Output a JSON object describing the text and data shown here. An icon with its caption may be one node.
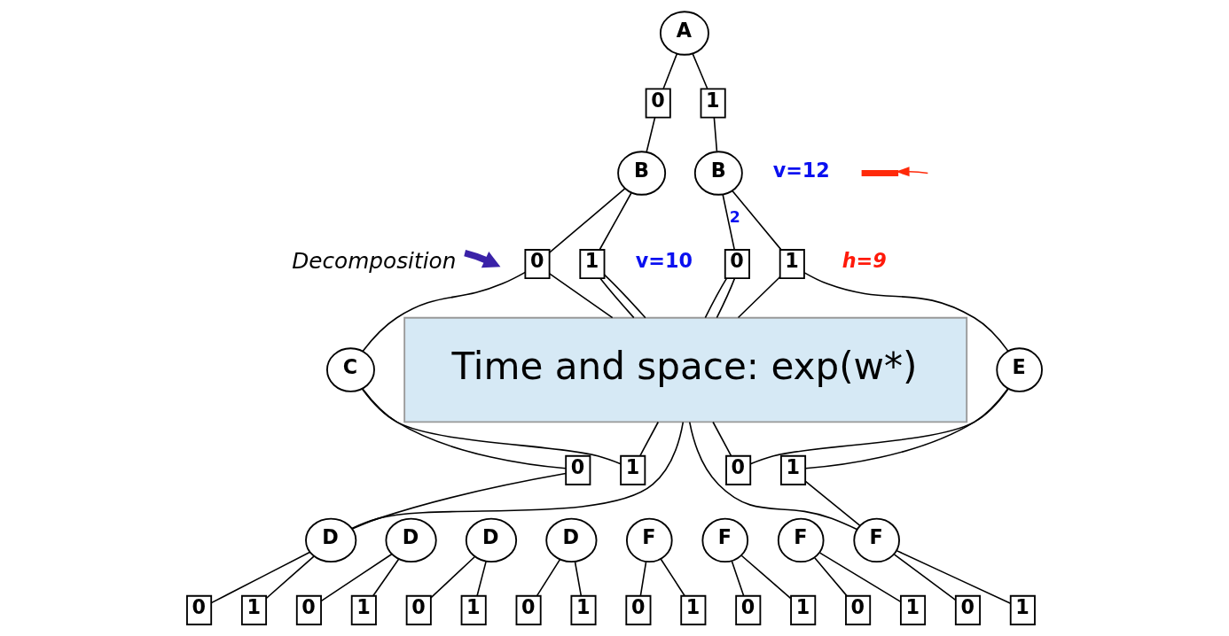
{
  "diagram": {
    "nodes": [
      {
        "text": [
          "A"
        ]
      },
      {
        "text": [
          "0"
        ]
      },
      {
        "text": [
          "1"
        ]
      },
      {
        "text": [
          "B"
        ]
      },
      {
        "text": [
          "B"
        ],
        "beside": [
          "v=12"
        ]
      },
      {
        "text": [
          "0"
        ]
      },
      {
        "text": [
          "1"
        ]
      },
      {
        "text": [
          "0"
        ],
        "beside": [
          "v=10"
        ]
      },
      {
        "text": [
          "1"
        ],
        "beside": [
          "h=9"
        ]
      },
      {
        "text": [
          "Decomposition"
        ]
      },
      {
        "text": [
          "C"
        ]
      },
      {
        "text": [
          "Time and space: exp(w*)"
        ]
      },
      {
        "text": [
          "E"
        ]
      },
      {
        "text": [
          "0"
        ]
      },
      {
        "text": [
          "1"
        ]
      },
      {
        "text": [
          "0"
        ]
      },
      {
        "text": [
          "1"
        ]
      },
      {
        "text": [
          "D"
        ]
      },
      {
        "text": [
          "D"
        ]
      },
      {
        "text": [
          "D"
        ]
      },
      {
        "text": [
          "D"
        ]
      },
      {
        "text": [
          "F"
        ]
      },
      {
        "text": [
          "F"
        ]
      },
      {
        "text": [
          "F"
        ]
      },
      {
        "text": [
          "F"
        ]
      },
      {
        "text": [
          "0"
        ]
      },
      {
        "text": [
          "1"
        ]
      },
      {
        "text": [
          "0"
        ]
      },
      {
        "text": [
          "1"
        ]
      },
      {
        "text": [
          "0"
        ]
      },
      {
        "text": [
          "1"
        ]
      },
      {
        "text": [
          "0"
        ]
      },
      {
        "text": [
          "1"
        ]
      },
      {
        "text": [
          "0"
        ]
      },
      {
        "text": [
          "1"
        ]
      },
      {
        "text": [
          "0"
        ]
      },
      {
        "text": [
          "1"
        ]
      },
      {
        "text": [
          "0"
        ]
      },
      {
        "text": [
          "1"
        ]
      },
      {
        "text": [
          "0"
        ]
      },
      {
        "text": [
          "1"
        ]
      },
      {
        "text": [],
        "shape": "bar"
      }
    ],
    "edges": [
      {
        "from": 0,
        "to": 1,
        "arrow": "none"
      },
      {
        "from": 0,
        "to": 2,
        "arrow": "none"
      },
      {
        "from": 1,
        "to": 3,
        "arrow": "none"
      },
      {
        "from": 2,
        "to": 4,
        "arrow": "none"
      },
      {
        "from": 3,
        "to": 5,
        "arrow": "none"
      },
      {
        "from": 3,
        "to": 6,
        "arrow": "none"
      },
      {
        "from": 4,
        "to": 7,
        "arrow": "none",
        "label": "2"
      },
      {
        "from": 4,
        "to": 8,
        "arrow": "none"
      },
      {
        "from": 5,
        "to": 10,
        "arrow": "none"
      },
      {
        "from": 5,
        "to": 11,
        "arrow": "none"
      },
      {
        "from": 6,
        "to": 11,
        "arrow": "none"
      },
      {
        "from": 6,
        "to": 11,
        "arrow": "none"
      },
      {
        "from": 7,
        "to": 11,
        "arrow": "none"
      },
      {
        "from": 7,
        "to": 11,
        "arrow": "none"
      },
      {
        "from": 8,
        "to": 11,
        "arrow": "none"
      },
      {
        "from": 8,
        "to": 12,
        "arrow": "none"
      },
      {
        "from": 9,
        "to": null,
        "arrow": "to",
        "style": "thick",
        "color": "#3a22a8"
      },
      {
        "from": null,
        "to": 41,
        "arrow": "to",
        "color": "#ff2a0a"
      },
      {
        "from": 10,
        "to": 13,
        "arrow": "none"
      },
      {
        "from": 10,
        "to": 14,
        "arrow": "none"
      },
      {
        "from": 13,
        "to": 17,
        "arrow": "none"
      },
      {
        "from": 14,
        "to": 11,
        "arrow": "none"
      },
      {
        "from": 11,
        "to": 17,
        "arrow": "none"
      },
      {
        "from": 12,
        "to": 15,
        "arrow": "none"
      },
      {
        "from": 12,
        "to": 16,
        "arrow": "none"
      },
      {
        "from": 15,
        "to": 11,
        "arrow": "none"
      },
      {
        "from": 16,
        "to": 24,
        "arrow": "none"
      },
      {
        "from": 11,
        "to": 24,
        "arrow": "none"
      },
      {
        "from": 17,
        "to": 25,
        "arrow": "none"
      },
      {
        "from": 17,
        "to": 26,
        "arrow": "none"
      },
      {
        "from": 18,
        "to": 27,
        "arrow": "none"
      },
      {
        "from": 18,
        "to": 28,
        "arrow": "none"
      },
      {
        "from": 19,
        "to": 29,
        "arrow": "none"
      },
      {
        "from": 19,
        "to": 30,
        "arrow": "none"
      },
      {
        "from": 20,
        "to": 31,
        "arrow": "none"
      },
      {
        "from": 20,
        "to": 32,
        "arrow": "none"
      },
      {
        "from": 21,
        "to": 33,
        "arrow": "none"
      },
      {
        "from": 21,
        "to": 34,
        "arrow": "none"
      },
      {
        "from": 22,
        "to": 35,
        "arrow": "none"
      },
      {
        "from": 22,
        "to": 36,
        "arrow": "none"
      },
      {
        "from": 23,
        "to": 37,
        "arrow": "none"
      },
      {
        "from": 23,
        "to": 38,
        "arrow": "none"
      },
      {
        "from": 24,
        "to": 39,
        "arrow": "none"
      },
      {
        "from": 24,
        "to": 40,
        "arrow": "none"
      }
    ]
  }
}
